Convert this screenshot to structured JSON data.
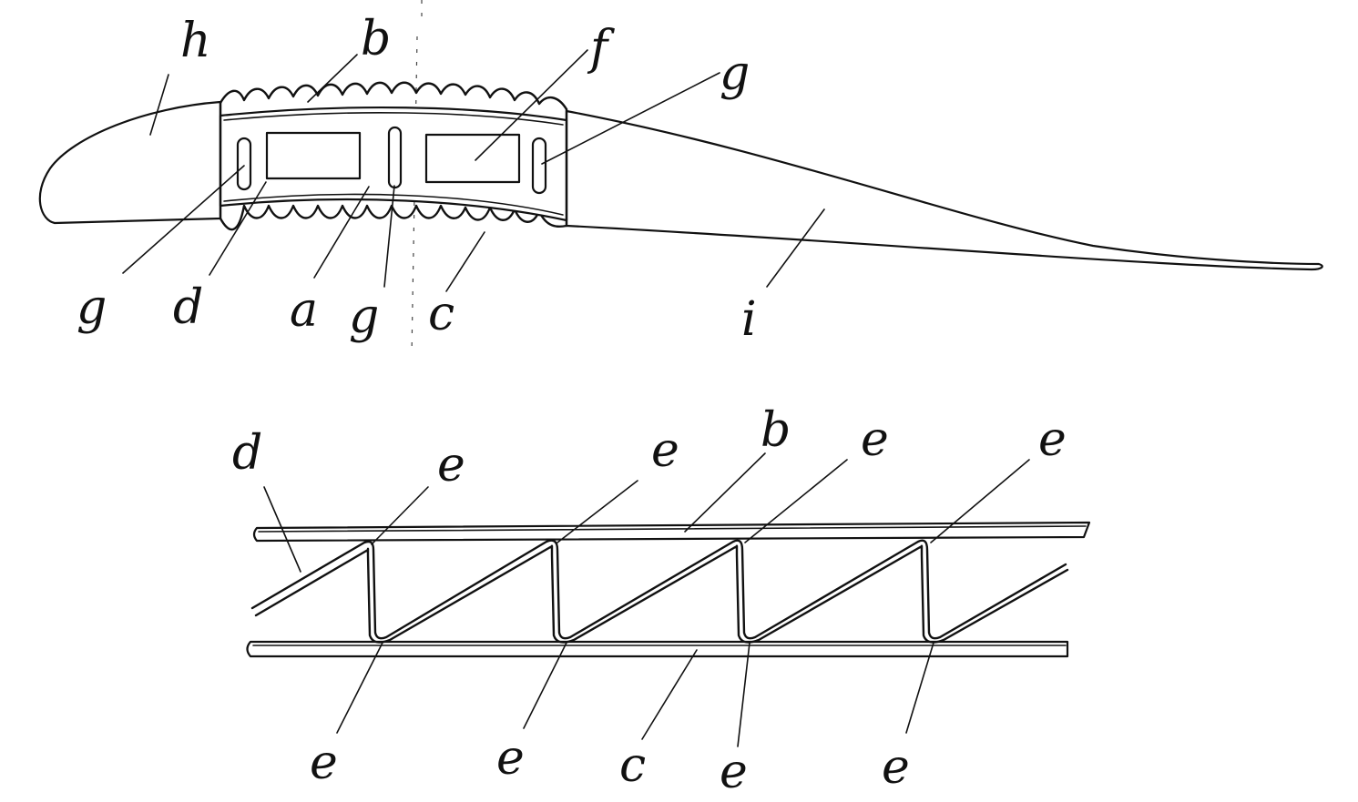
{
  "figure_top": {
    "labels": {
      "h": "h",
      "b": "b",
      "f": "f",
      "g_top_right": "g",
      "g_bottom_left": "g",
      "d": "d",
      "a": "a",
      "g_bottom_mid": "g",
      "c": "c",
      "i": "i"
    }
  },
  "figure_bottom": {
    "labels": {
      "d": "d",
      "b": "b",
      "c": "c",
      "e_top_1": "e",
      "e_top_2": "e",
      "e_top_3": "e",
      "e_top_4": "e",
      "e_bottom_1": "e",
      "e_bottom_2": "e",
      "e_bottom_3": "e",
      "e_bottom_4": "e"
    }
  }
}
